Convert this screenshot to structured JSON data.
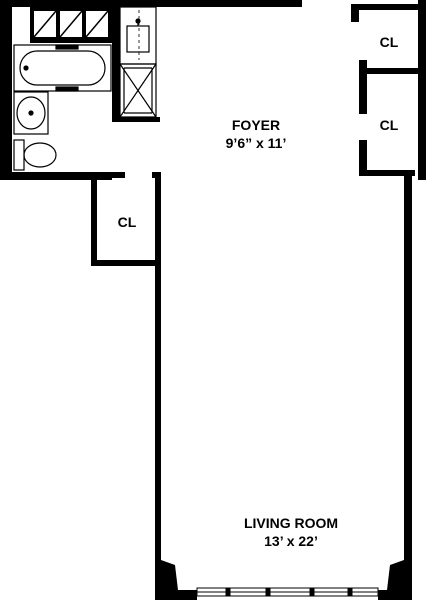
{
  "rooms": {
    "foyer": {
      "name": "FOYER",
      "dimensions": "9’6” x 11’"
    },
    "living_room": {
      "name": "LIVING ROOM",
      "dimensions": "13’ x 22’"
    }
  },
  "closets": {
    "top_right": "CL",
    "mid_right": "CL",
    "left": "CL"
  },
  "colors": {
    "wall": "#000000",
    "background": "#ffffff",
    "fixture_line": "#000000"
  }
}
